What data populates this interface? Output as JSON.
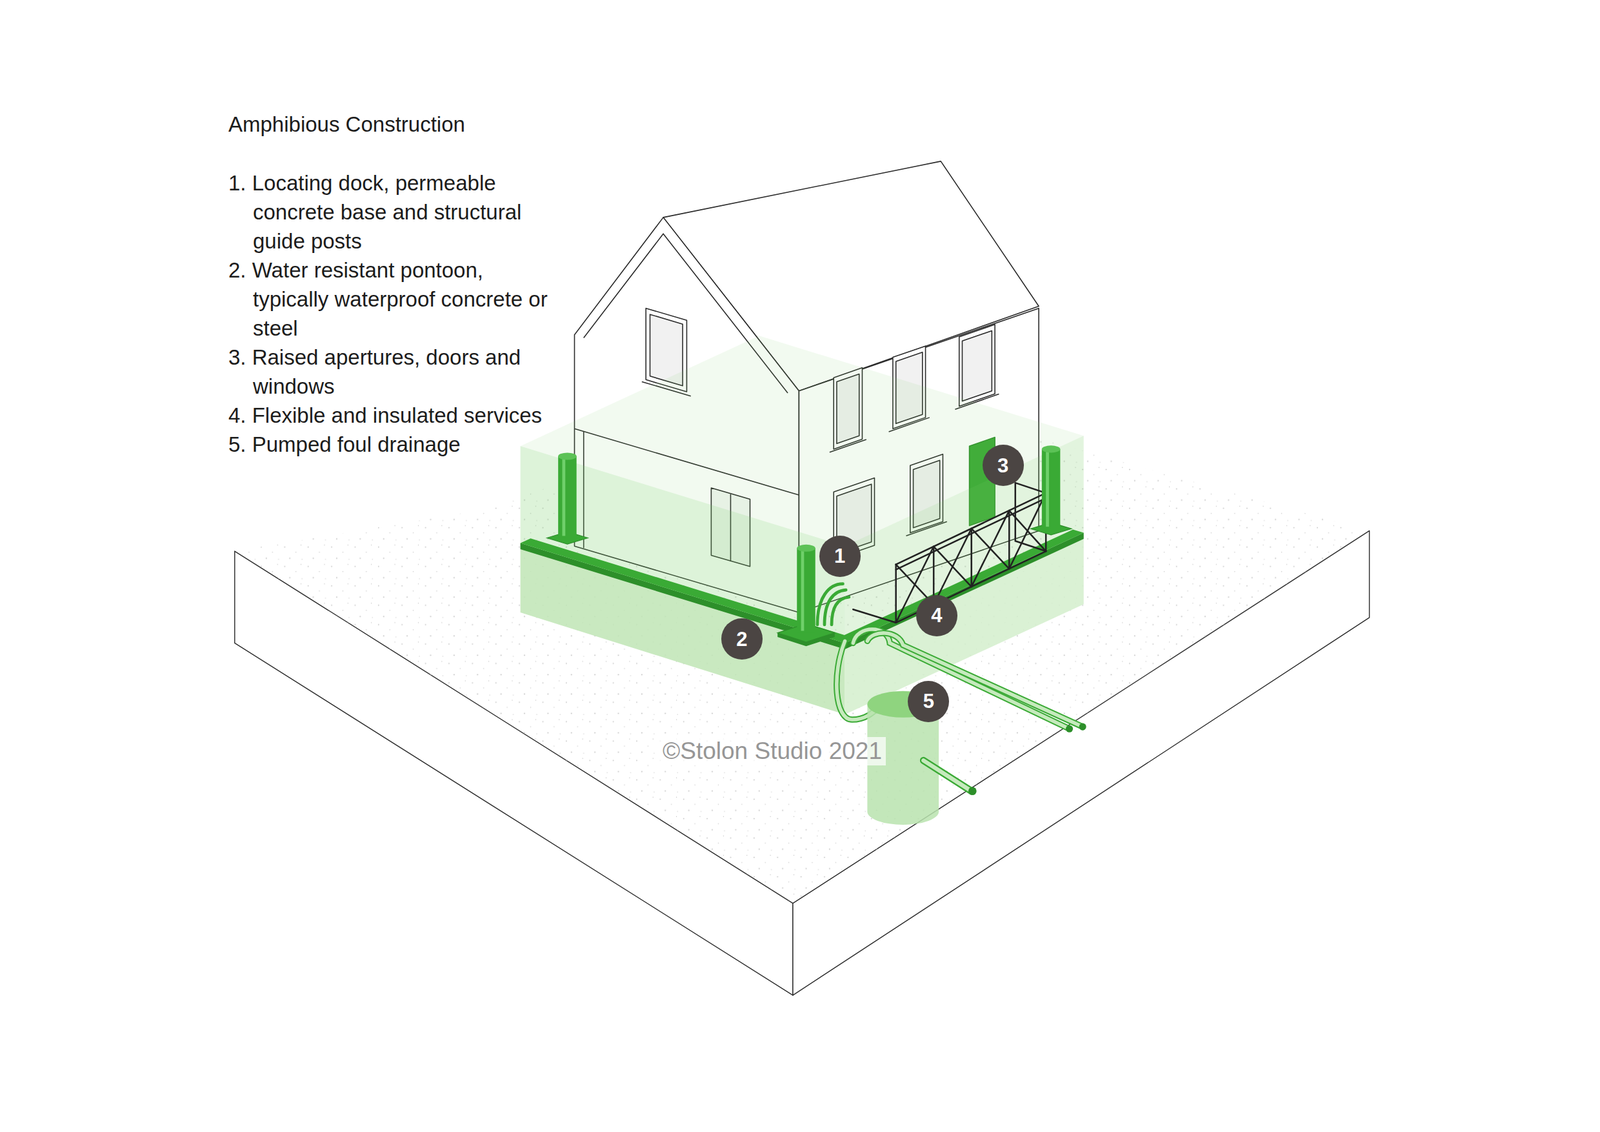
{
  "diagram": {
    "title": "Amphibious Construction",
    "nodes": [
      {
        "text": [
          "1"
        ]
      },
      {
        "text": [
          "2"
        ]
      },
      {
        "text": [
          "3"
        ]
      },
      {
        "text": [
          "4"
        ]
      },
      {
        "text": [
          "5"
        ]
      }
    ],
    "labels": [
      "1. Locating dock, permeable concrete base and structural guide posts",
      "2. Water resistant pontoon, typically waterproof concrete or steel",
      "3. Raised apertures, doors and windows",
      "4. Flexible and insulated services",
      "5. Pumped foul drainage",
      "©Stolon Studio 2021"
    ]
  }
}
